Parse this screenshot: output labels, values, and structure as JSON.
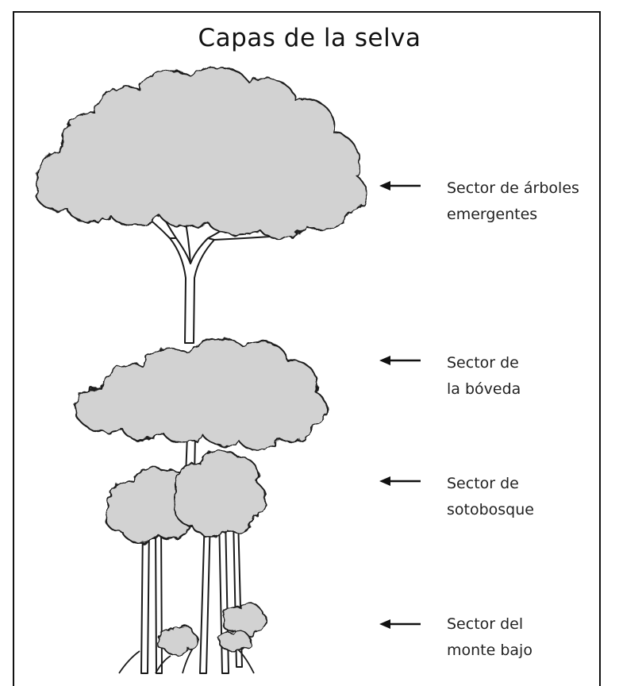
{
  "title": "Capas de la selva",
  "colors": {
    "foliage": "#d2d2d2",
    "outline": "#1a1a1a",
    "background": "#ffffff"
  },
  "layers": [
    {
      "line1": "Sector de árboles",
      "line2": "emergentes",
      "arrow": "left-arrow-icon"
    },
    {
      "line1": "Sector de",
      "line2": "la bóveda",
      "arrow": "left-arrow-icon"
    },
    {
      "line1": "Sector de",
      "line2": "sotobosque",
      "arrow": "left-arrow-icon"
    },
    {
      "line1": "Sector del",
      "line2": "monte bajo",
      "arrow": "left-arrow-icon"
    }
  ]
}
